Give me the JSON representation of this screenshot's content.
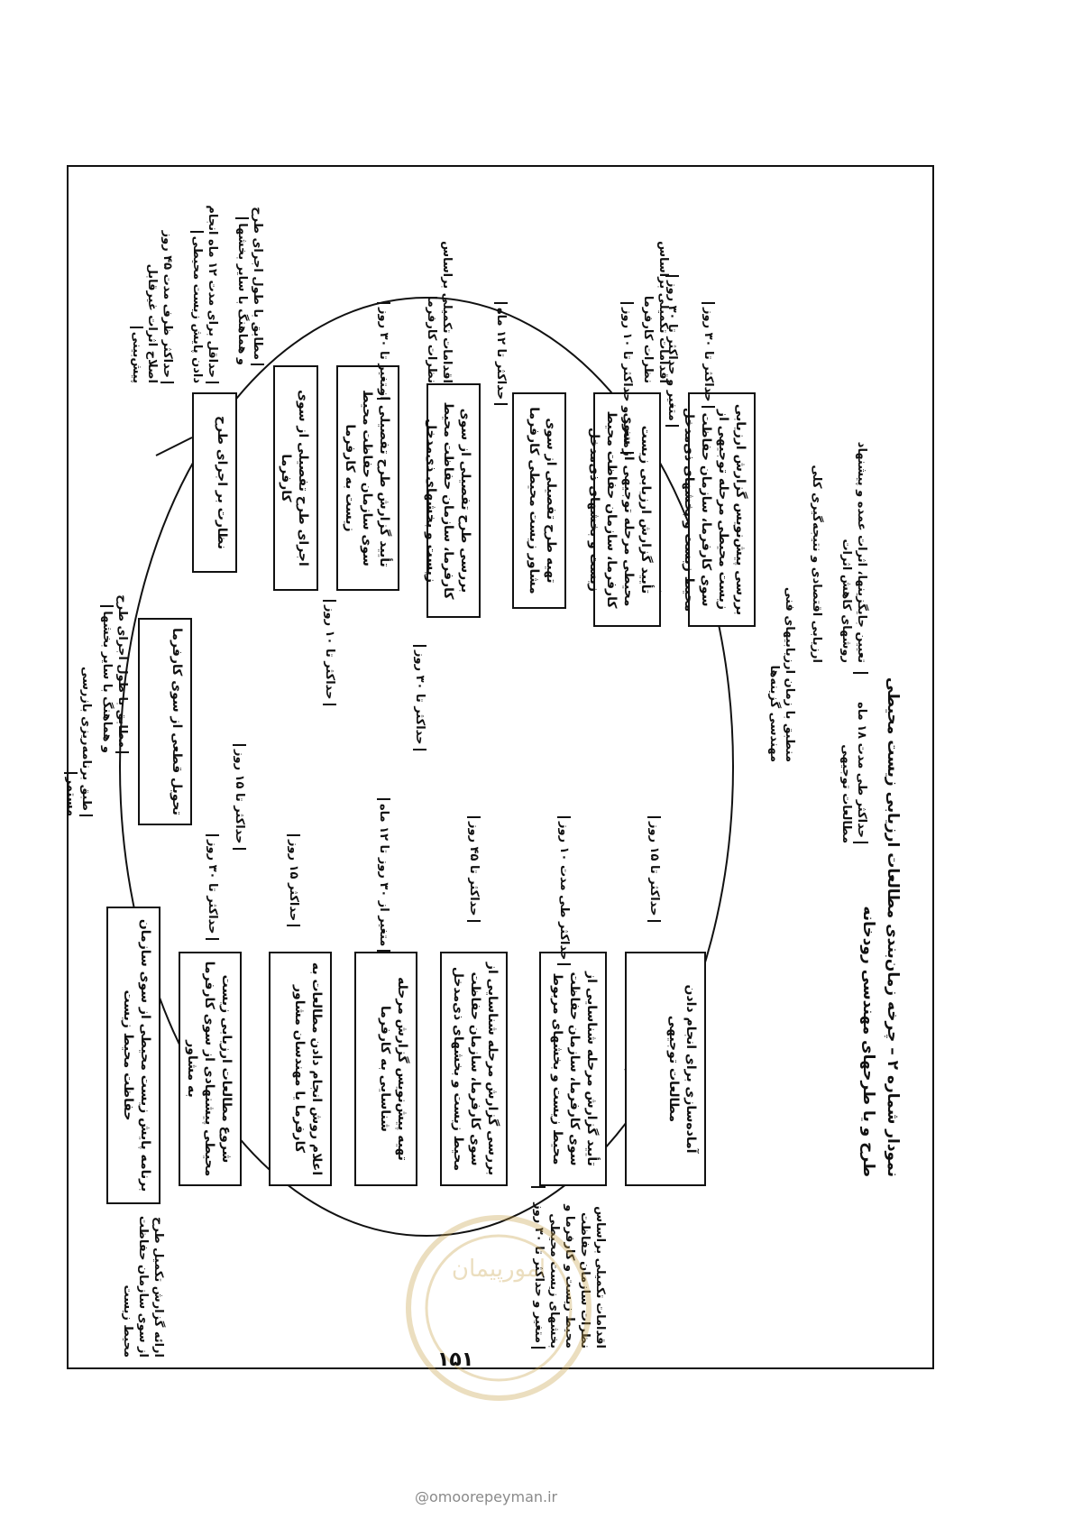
{
  "title": "نمودار شماره ۲ – چرخه زمان‌بندی مطالعات ارزیابی زیست محیطی",
  "subtitle": "طرح و یا طرحهای مهندسی رودخانه",
  "page_number": "۱۵۱",
  "site": "@omoorepeyman.ir",
  "watermark_text": "امورپیمان",
  "top_note": "حداکثر طی مدت ۱۸ ماه",
  "top_note2": "مطالعات توجیهی",
  "boxes": {
    "b1": "آماده‌سازی برای انجام دادن مطالعات توجیهی",
    "b2": "تأیید گزارش مرحله شناسایی از سوی کارفرما، سازمان حفاظت محیط زیست و بخشهای مربوط",
    "b3": "بررسی گزارش مرحله شناسایی از سوی کارفرما، سازمان حفاظت محیط زیست و بخشهای ذی‌مدخل",
    "b4": "تهیه پیش‌نویس گزارش مرحله شناسایی به کارفرما",
    "b5": "اعلام روش انجام دادن مطالعات به کارفرما یا مهندسان مشاور",
    "b6": "شروع مطالعات ارزیابی زیست محیطی پیشنهادی از سوی کارفرما به مشاور",
    "b7": "برنامه پایش زیست محیطی از سوی سازمان حفاظت محیط زیست",
    "b8": "تحویل قطعی از سوی کارفرما",
    "b9": "نظارت بر اجرای طرح",
    "b10": "اجرای طرح تفصیلی از سوی کارفرما",
    "b11": "تأیید گزارش طرح تفصیلی از سوی سازمان حفاظت محیط زیست به کارفرما",
    "b12": "بررسی طرح تفصیلی از سوی کارفرما، سازمان حفاظت محیط زیست و بخشهای ذی‌مدخل",
    "b13": "تهیه طرح تفصیلی از سوی مشاور زیست محیطی کارفرما",
    "b14": "تأیید گزارش ارزیابی زیست محیطی مرحله توجیهی از سوی کارفرما، سازمان حفاظت محیط زیست و بخشهای ذی‌مدخل",
    "b15": "بررسی پیش‌نویس گزارش ارزیابی زیست محیطی مرحله توجیهی از سوی کارفرما، سازمان حفاظت محیط زیست و بخشهای ذی‌مدخل"
  },
  "times": {
    "t1": "حداکثر تا ۱۵ روز",
    "t2": "حداکثر طی مدت ۱۰ روز",
    "t3": "حداکثر تا ۴۵ روز",
    "t4": "متغیر از ۳۰ روز تا ۱۲ ماه",
    "t5": "حداکثر ۱۵ روز",
    "t6": "حداکثر تا ۳۰ روز",
    "t7": "حداکثر تا ۱۵ روز",
    "t8": "حداکثر تا ۱۰ روز",
    "t9": "حداکثر تا ۳۰ روز",
    "t10": "حداکثر تا ۱۲ ماه",
    "t11": "متغیر و حداکثر تا ۱۰ روز",
    "t12": "حداکثر تا ۳۰ روز",
    "t13": "متغیر و حداکثر تا ۳۰ روز",
    "t14": "متغیر تا ۳۰ روز"
  },
  "notes": {
    "n_left": "اقدامات تکمیلی براساس نظرات سازمان حفاظت محیط زیست و کارفرما و بخشهای زیست محیطی",
    "n_left_time": "متغیر و حداکثر تا ۳۰ روز",
    "n_bottom": "ارائه گزارش تکمیل طرح از سوی سازمان حفاظت محیط زیست",
    "n_right_top": "اقدامات تکمیلی براساس نظرات کارفرما",
    "n_right_mid": "اقدامات تکمیلی براساس نظرات کارفرما",
    "n_right_bottom1": "مطابق با طول اجرای طرح و هماهنگ با سایر بخشها",
    "n_right_bottom2": "حداقل برای مدت ۱۲ ماه انجام دادن پایش زیست محیطی",
    "n_right_bottom3": "حداکثر ظرف مدت ۴۵ روز اصلاح اثرات غیرقابل پیش‌بینی",
    "n_right_bottom4": "مطابق با طول اجرای طرح و هماهنگ با سایر بخشها",
    "n_right_bottom5": "طبق برنامه‌ریزی بازرسی مستمر",
    "n_top1": "تعیین جایگزینها، اثرات عمده و پیشنهاد روشهای کاهش اثرات",
    "n_top2": "ارزیابی اقتصادی و نتیجه‌گیری کلی",
    "n_top3": "منطبق با زمان ارزیابیهای فنی مهندسی گزینه‌ها"
  }
}
